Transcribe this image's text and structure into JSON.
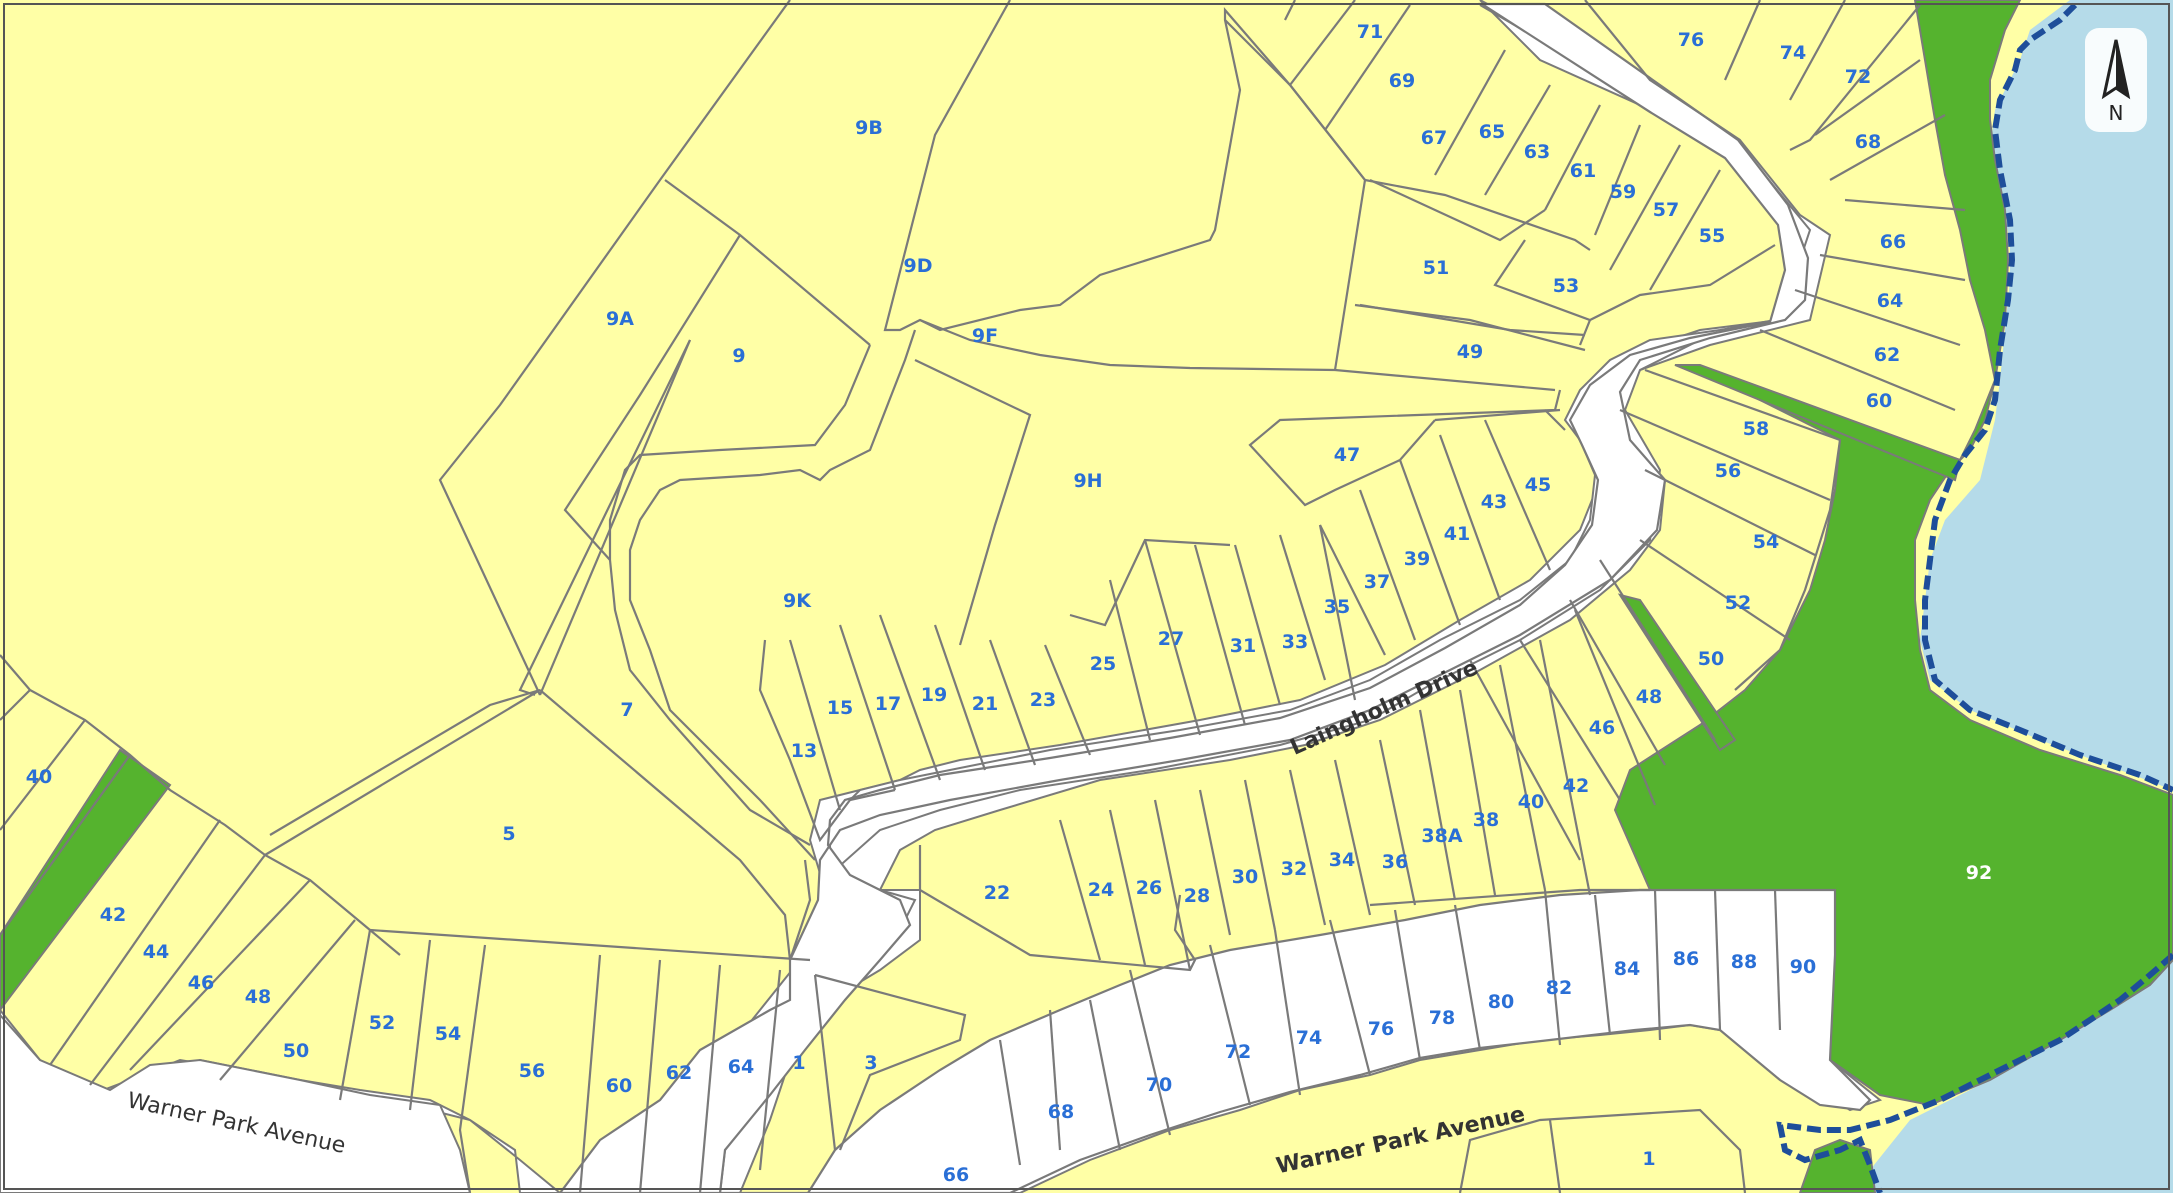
{
  "map": {
    "roads": {
      "laingholm": "Laingholm Drive",
      "warner_left": "Warner Park Avenue",
      "warner_right": "Warner Park Avenue"
    },
    "north_label": "N",
    "colors": {
      "lot": "#ffffa6",
      "reserve": "#55b32e",
      "water": "#b5dbe9",
      "road": "#ffffff",
      "boundary": "#1e4e9a",
      "label": "#2a6fd6"
    },
    "lots": {
      "l71": "71",
      "l69": "69",
      "l67": "67",
      "l65": "65",
      "l63": "63",
      "l61": "61",
      "l59": "59",
      "l57": "57",
      "l55": "55",
      "l53": "53",
      "l51": "51",
      "l49": "49",
      "l76n": "76",
      "l74n": "74",
      "l72n": "72",
      "l68n": "68",
      "l66n": "66",
      "l64n": "64",
      "l62n": "62",
      "l60n": "60",
      "l58n": "58",
      "l56n": "56",
      "l54n": "54",
      "l52n": "52",
      "l50n": "50",
      "l48n": "48",
      "l46n": "46",
      "l42n": "42",
      "l40n": "40",
      "l9b": "9B",
      "l9d": "9D",
      "l9f": "9F",
      "l9a": "9A",
      "l9": "9",
      "l9h": "9H",
      "l9k": "9K",
      "l7": "7",
      "l5": "5",
      "l47": "47",
      "l45": "45",
      "l43": "43",
      "l41": "41",
      "l39": "39",
      "l37": "37",
      "l35": "35",
      "l33": "33",
      "l31": "31",
      "l27": "27",
      "l25": "25",
      "l23": "23",
      "l21": "21",
      "l19": "19",
      "l17": "17",
      "l15": "15",
      "l13": "13",
      "l38a": "38A",
      "l38": "38",
      "l36": "36",
      "l34": "34",
      "l32": "32",
      "l30": "30",
      "l28": "28",
      "l26": "26",
      "l24": "24",
      "l22": "22",
      "l40w": "40",
      "l42w": "42",
      "l44w": "44",
      "l46w": "46",
      "l48w": "48",
      "l50w": "50",
      "l52w": "52",
      "l54w": "54",
      "l56w": "56",
      "l60w": "60",
      "l62w": "62",
      "l64w": "64",
      "l1w": "1",
      "l3w": "3",
      "l66s": "66",
      "l68s": "68",
      "l70s": "70",
      "l72s": "72",
      "l74s": "74",
      "l76s": "76",
      "l78s": "78",
      "l80s": "80",
      "l82s": "82",
      "l84s": "84",
      "l86s": "86",
      "l88s": "88",
      "l90s": "90",
      "l1s": "1",
      "l92": "92"
    }
  }
}
